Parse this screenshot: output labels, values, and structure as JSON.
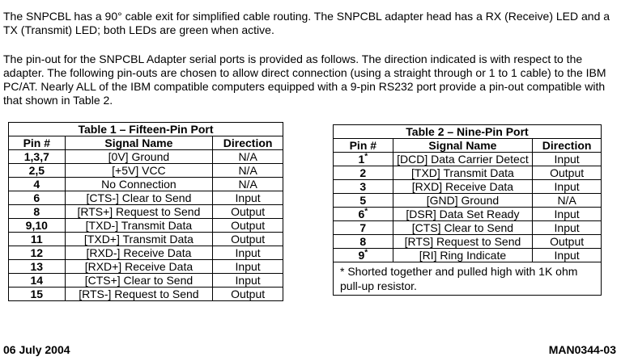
{
  "intro": {
    "p1": "The SNPCBL has a 90° cable exit for simplified cable routing.  The SNPCBL adapter head has a RX (Receive) LED and a TX (Transmit) LED; both LEDs are green when active.",
    "p2": "The pin-out for the SNPCBL Adapter serial ports is provided as follows.  The direction indicated is with respect to the adapter.  The following pin-outs are chosen to allow direct connection (using a straight through or 1 to 1 cable) to the IBM PC/AT.  Nearly ALL of the IBM compatible computers equipped with a 9-pin RS232 port provide a pin-out compatible with that shown in Table 2."
  },
  "table1": {
    "title": "Table 1 – Fifteen-Pin Port",
    "headers": [
      "Pin #",
      "Signal Name",
      "Direction"
    ],
    "rows": [
      {
        "pin": "1,3,7",
        "signal": "[0V] Ground",
        "direction": "N/A"
      },
      {
        "pin": "2,5",
        "signal": "[+5V] VCC",
        "direction": "N/A"
      },
      {
        "pin": "4",
        "signal": "No Connection",
        "direction": "N/A"
      },
      {
        "pin": "6",
        "signal": "[CTS-] Clear to Send",
        "direction": "Input"
      },
      {
        "pin": "8",
        "signal": "[RTS+] Request to Send",
        "direction": "Output"
      },
      {
        "pin": "9,10",
        "signal": "[TXD-] Transmit Data",
        "direction": "Output"
      },
      {
        "pin": "11",
        "signal": "[TXD+] Transmit Data",
        "direction": "Output"
      },
      {
        "pin": "12",
        "signal": "[RXD-] Receive Data",
        "direction": "Input"
      },
      {
        "pin": "13",
        "signal": "[RXD+] Receive Data",
        "direction": "Input"
      },
      {
        "pin": "14",
        "signal": "[CTS+] Clear to Send",
        "direction": "Input"
      },
      {
        "pin": "15",
        "signal": "[RTS-] Request to Send",
        "direction": "Output"
      }
    ]
  },
  "table2": {
    "title": "Table 2 – Nine-Pin Port",
    "headers": [
      "Pin #",
      "Signal Name",
      "Direction"
    ],
    "rows": [
      {
        "pin": "1",
        "mark": "*",
        "signal": "[DCD] Data Carrier Detect",
        "direction": "Input"
      },
      {
        "pin": "2",
        "mark": "",
        "signal": "[TXD] Transmit Data",
        "direction": "Output"
      },
      {
        "pin": "3",
        "mark": "",
        "signal": "[RXD] Receive Data",
        "direction": "Input"
      },
      {
        "pin": "5",
        "mark": "",
        "signal": "[GND] Ground",
        "direction": "N/A"
      },
      {
        "pin": "6",
        "mark": "*",
        "signal": "[DSR] Data Set Ready",
        "direction": "Input"
      },
      {
        "pin": "7",
        "mark": "",
        "signal": "[CTS] Clear to Send",
        "direction": "Input"
      },
      {
        "pin": "8",
        "mark": "",
        "signal": "[RTS] Request to Send",
        "direction": "Output"
      },
      {
        "pin": "9",
        "mark": "*",
        "signal": "[RI] Ring Indicate",
        "direction": "Input"
      }
    ],
    "note": "*  Shorted together and pulled high with 1K ohm pull-up     resistor."
  },
  "footer": {
    "date": "06 July 2004",
    "doc_id": "MAN0344-03"
  }
}
